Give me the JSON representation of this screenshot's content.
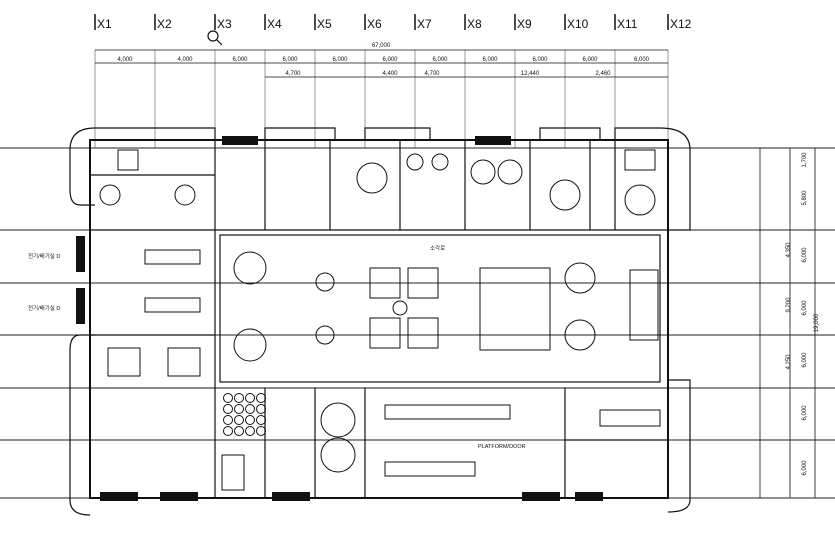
{
  "drawing": {
    "grid_labels": [
      "X1",
      "X2",
      "X3",
      "X4",
      "X5",
      "X6",
      "X7",
      "X8",
      "X9",
      "X10",
      "X11",
      "X12"
    ],
    "overall_dim": "67,000",
    "bay_dims": [
      "4,000",
      "4,000",
      "6,000",
      "6,000",
      "6,000",
      "6,000",
      "6,000",
      "6,000",
      "6,000",
      "6,000",
      "6,000"
    ],
    "sub_dims": [
      "4,700",
      "4,400",
      "4,700",
      "12,440",
      "2,460"
    ],
    "right_dims": [
      "1,700",
      "5,800",
      "6,000",
      "6,000",
      "6,000",
      "6,000",
      "6,000"
    ],
    "right_dims_inner": [
      "4,350",
      "9,200",
      "4,250"
    ],
    "total_height": "19,000",
    "rooms": {
      "side_entrance_1": "전기/배기실 D",
      "side_entrance_2": "전기/배기실 D",
      "center_label": "소각로",
      "bottom_label": "PLATFORM/DOOR"
    }
  },
  "colors": {
    "line": "#111111",
    "paper": "#ffffff"
  },
  "icons": [
    "zoom-icon"
  ]
}
